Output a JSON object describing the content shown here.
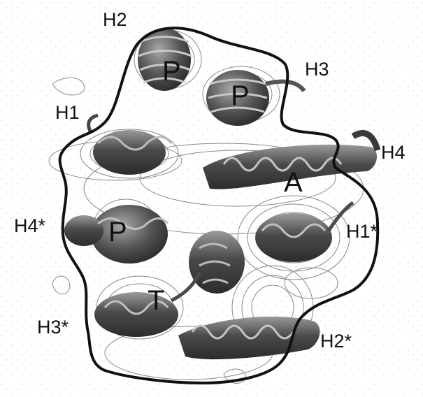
{
  "figure": {
    "helix_labels": {
      "h2": "H2",
      "h3": "H3",
      "h1": "H1",
      "h4": "H4",
      "h4_star": "H4*",
      "h1_star": "H1*",
      "h3_star": "H3*",
      "h2_star": "H2*"
    },
    "region_labels": {
      "p_top_left": "P",
      "p_top_right": "P",
      "a": "A",
      "p_left": "P",
      "t": "T"
    },
    "colors": {
      "background": "#ffffff",
      "outline": "#111111",
      "contour": "#8a8a8a",
      "helix_dark": "#3a3a3a",
      "helix_mid": "#6d6d6d",
      "helix_light": "#b5b5b5"
    }
  }
}
